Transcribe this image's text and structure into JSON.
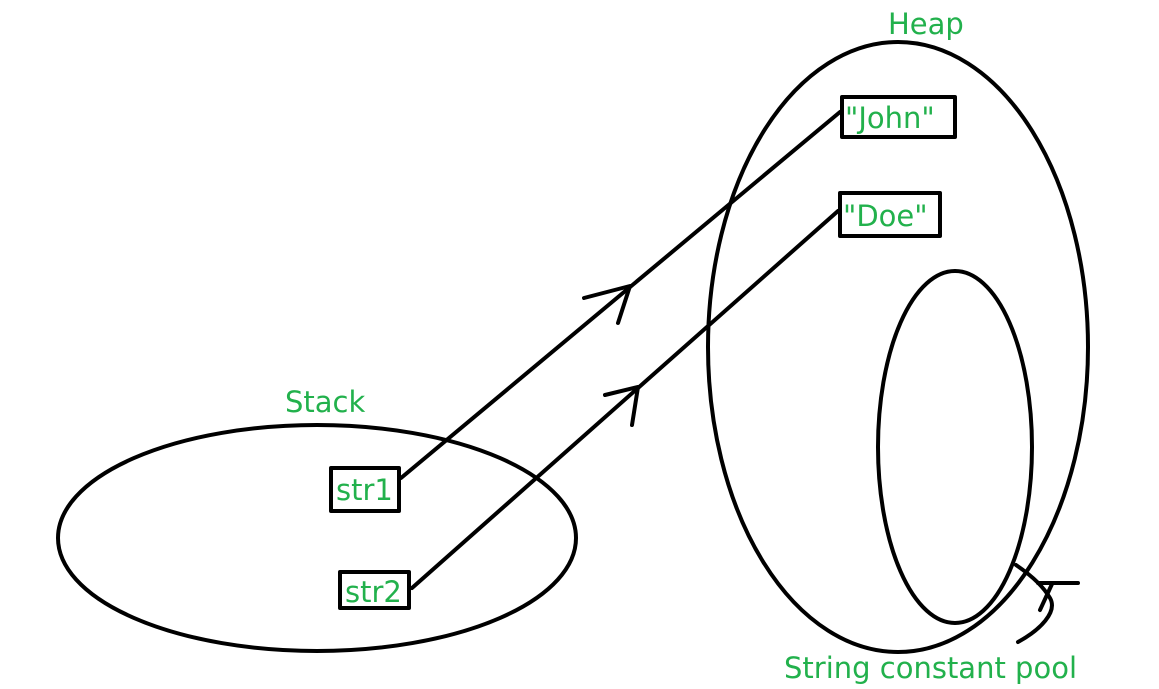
{
  "diagram": {
    "stack_label": "Stack",
    "heap_label": "Heap",
    "pool_label": "String constant pool",
    "stack_vars": [
      {
        "name": "str1"
      },
      {
        "name": "str2"
      }
    ],
    "heap_objects": [
      {
        "value": "\"John\""
      },
      {
        "value": "\"Doe\""
      }
    ],
    "references": [
      {
        "from": "str1",
        "to": "\"John\""
      },
      {
        "from": "str2",
        "to": "\"Doe\""
      }
    ]
  },
  "colors": {
    "label_text": "#22b14c",
    "outline": "#000000",
    "background": "#ffffff"
  }
}
